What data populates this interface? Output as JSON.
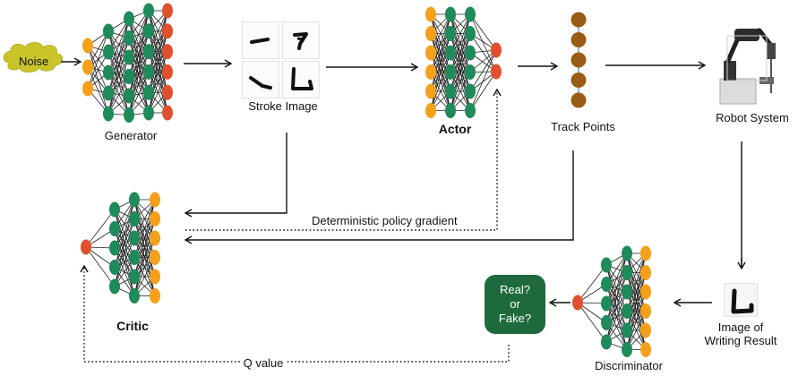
{
  "noise_label": "Noise",
  "generator_label": "Generator",
  "stroke_image_label": "Stroke Image",
  "actor_label": "Actor",
  "track_points_label": "Track Points",
  "robot_system_label": "Robot System",
  "critic_label": "Critic",
  "dpg_label": "Deterministic policy gradient",
  "q_value_label": "Q value",
  "discriminator_label": "Discriminator",
  "writing_result_label_line1": "Image of",
  "writing_result_label_line2": "Writing Result",
  "decision": {
    "line1": "Real?",
    "line2": "or",
    "line3": "Fake?"
  },
  "colors": {
    "neuron_input": "#f5a01a",
    "neuron_hidden": "#1f8a5a",
    "neuron_output": "#e0502e",
    "track_point": "#9a5b12",
    "noise_cloud": "#c9c42a",
    "decision_box": "#1e6a3c",
    "arrow": "#111111"
  },
  "icons": [
    "noise-cloud",
    "stroke-image-thumbnails",
    "robot-arm-icon",
    "writing-result-thumbnail"
  ]
}
